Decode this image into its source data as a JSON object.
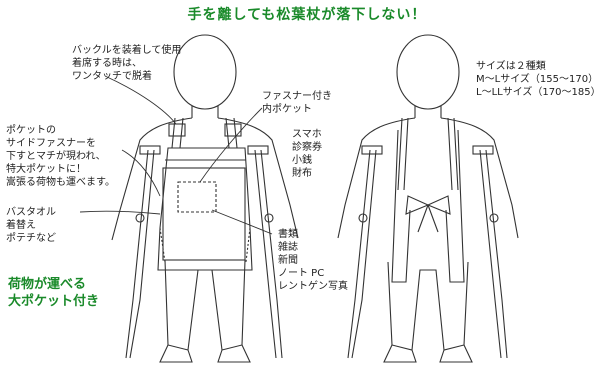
{
  "headline": "手を離しても松葉杖が落下しない！",
  "annotations": {
    "buckle": "バックルを装着して使用\n着席する時は、\nワンタッチで脱着",
    "fastener_pocket": "ファスナー付き\n内ポケット",
    "inner_items": "スマホ\n診察券\n小銭\n財布",
    "side_pocket": "ポケットの\nサイドファスナーを\n下すとマチが現われ、\n特大ポケットに！\n嵩張る荷物も運べます。",
    "towel": "バスタオル\n着替え\nポテチなど",
    "documents": "書類\n雑誌\n新聞\nノート PC\nレントゲン写真",
    "sizes": "サイズは２種類\nM～Lサイズ（155～170）\nL～LLサイズ（170～185）",
    "callout": "荷物が運べる\n大ポケット付き"
  }
}
